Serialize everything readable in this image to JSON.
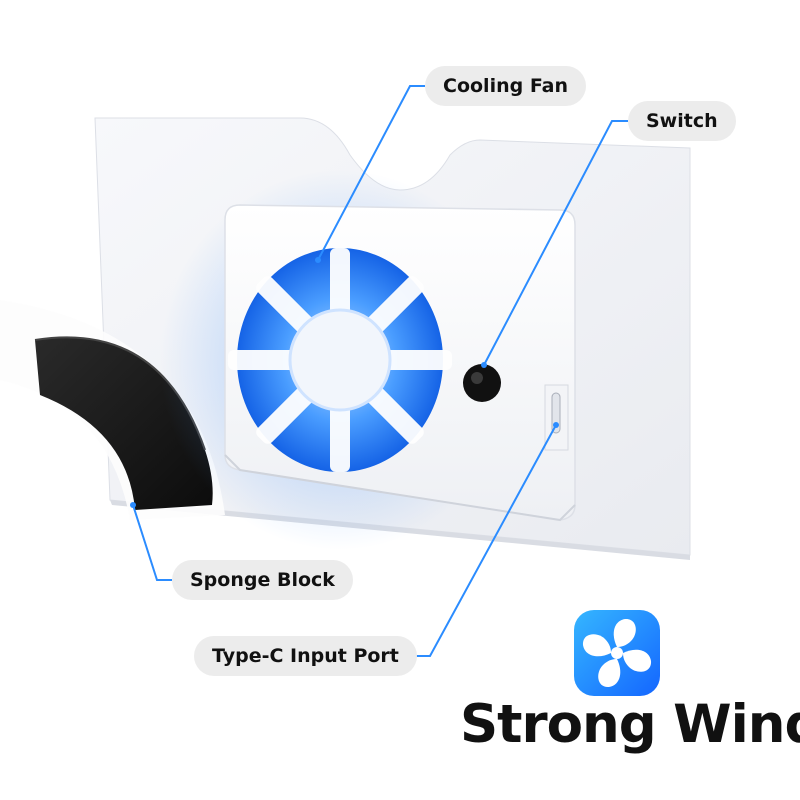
{
  "labels": {
    "cooling_fan": "Cooling Fan",
    "switch": "Switch",
    "sponge_block": "Sponge Block",
    "type_c_port": "Type-C Input Port"
  },
  "brand": {
    "text": "Strong Wind",
    "icon": "fan-icon"
  },
  "colors": {
    "accent_blue": "#1e8fff",
    "fan_glow": "#2a7bff",
    "panel": "#f4f5f8",
    "sponge": "#1a1a1a",
    "callout_bg": "#ececec",
    "leader_line": "#2b8cff"
  }
}
